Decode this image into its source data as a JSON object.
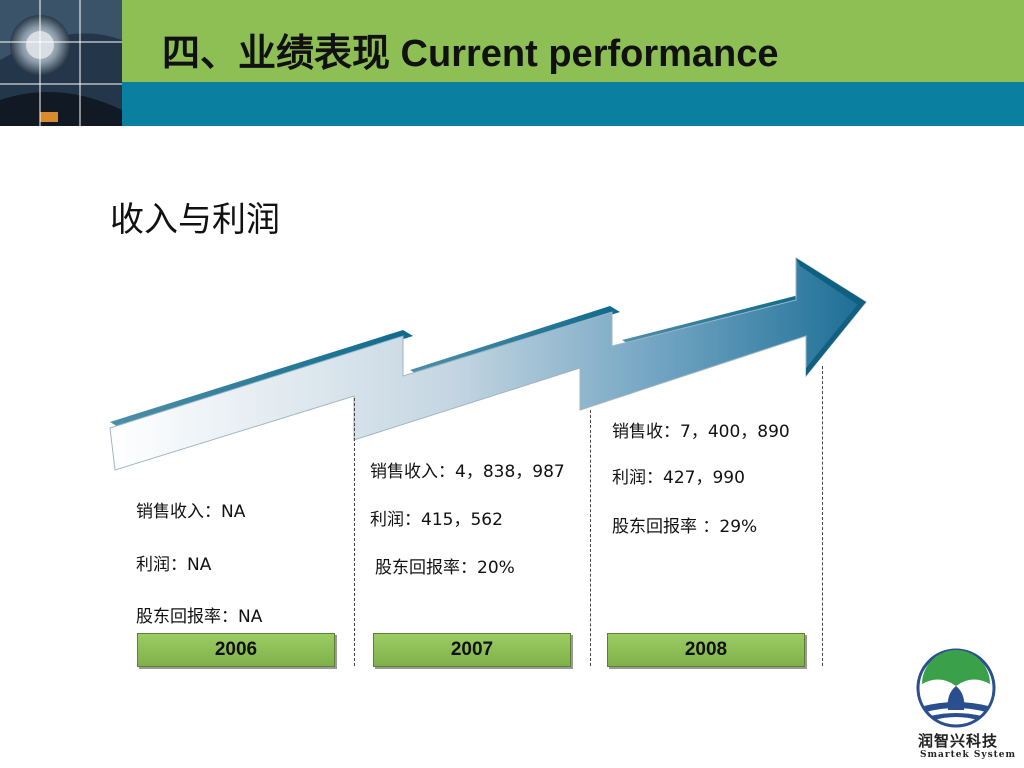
{
  "header": {
    "title": "四、业绩表现 Current performance",
    "subtitle": "收入与利润"
  },
  "columns": [
    {
      "year": "2006",
      "sales": "销售收入：NA",
      "profit": "利润：NA",
      "return_rate": "股东回报率：NA"
    },
    {
      "year": "2007",
      "sales": "销售收入：4，838，987",
      "profit": "利润：415，562",
      "return_rate": "股东回报率：20%"
    },
    {
      "year": "2008",
      "sales": "销售收：7，400，890",
      "profit": "利润：427，990",
      "return_rate": "股东回报率 ：29%"
    }
  ],
  "logo": {
    "name_cn": "润智兴科技",
    "name_en": "Smartek System"
  },
  "colors": {
    "header_green": "#8dbf54",
    "header_blue": "#0a7f9f",
    "year_box_green": "#8dbf54",
    "arrow_blue": "#1b7aa0"
  }
}
